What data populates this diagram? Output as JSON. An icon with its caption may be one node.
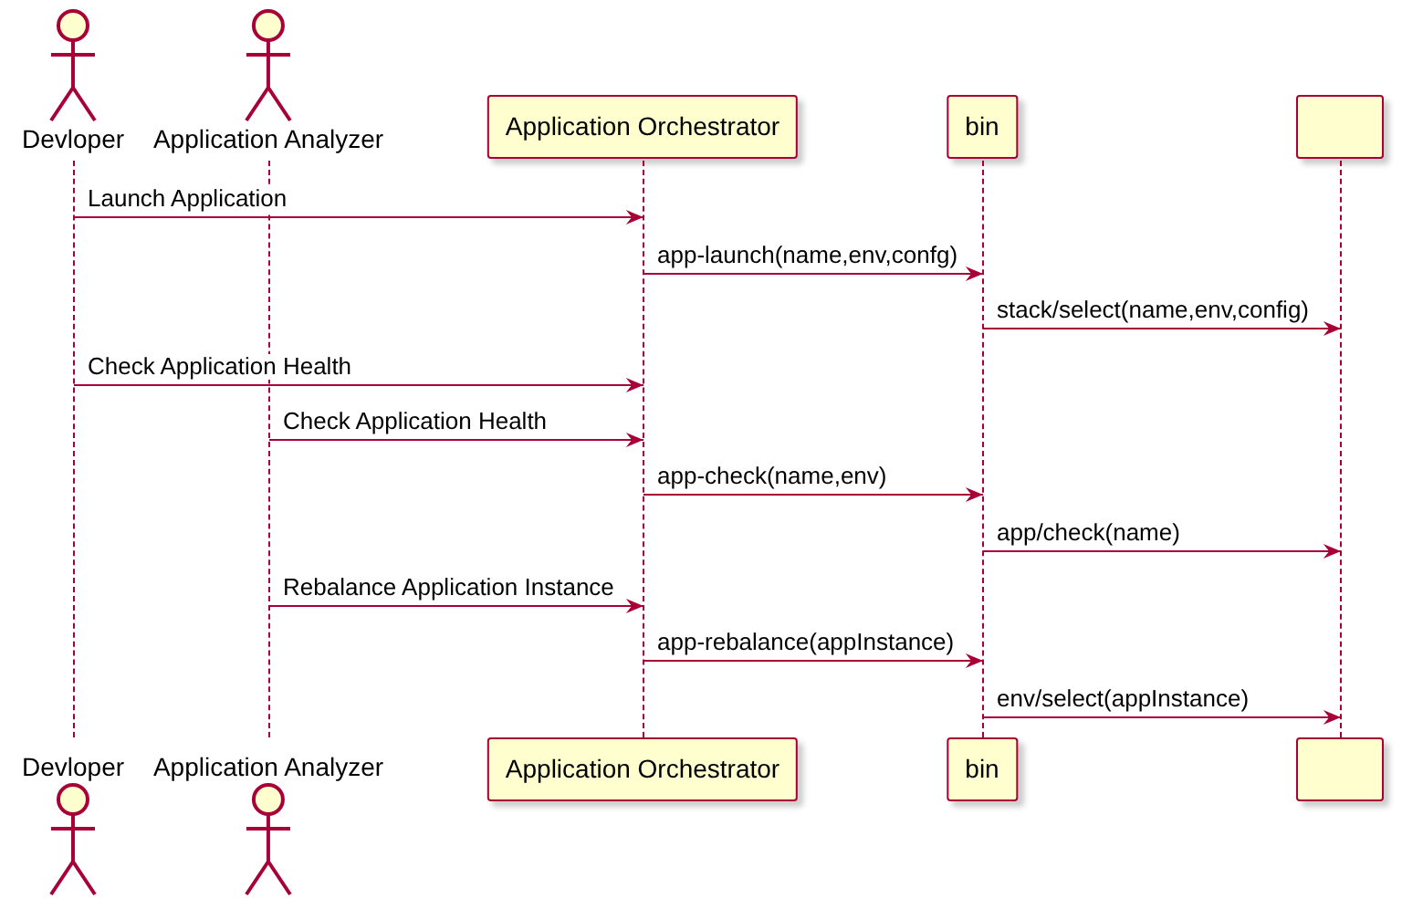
{
  "diagram": {
    "nodes": [
      {
        "text": [
          "Devloper"
        ]
      },
      {
        "text": [
          "Application Analyzer"
        ]
      },
      {
        "text": [
          "Application Orchestrator"
        ]
      },
      {
        "text": [
          "bin"
        ]
      },
      {
        "text": [],
        "shape": "box"
      },
      {
        "text": [],
        "shape": "line"
      },
      {
        "text": [],
        "shape": "line"
      },
      {
        "text": [],
        "shape": "line"
      },
      {
        "text": [],
        "shape": "line"
      },
      {
        "text": [],
        "shape": "line"
      },
      {
        "text": [
          "Devloper"
        ]
      },
      {
        "text": [
          "Application Analyzer"
        ]
      },
      {
        "text": [
          "Application Orchestrator"
        ]
      },
      {
        "text": [
          "bin"
        ]
      },
      {
        "text": [],
        "shape": "box"
      }
    ],
    "edges": [
      {
        "from": 5,
        "to": 7,
        "arrow": "to",
        "label": "Launch Application"
      },
      {
        "from": 7,
        "to": 8,
        "arrow": "to",
        "label": "app-launch(name,env,confg)"
      },
      {
        "from": 8,
        "to": 9,
        "arrow": "to",
        "label": "stack/select(name,env,config)"
      },
      {
        "from": 5,
        "to": 7,
        "arrow": "to",
        "label": "Check Application Health"
      },
      {
        "from": 6,
        "to": 7,
        "arrow": "to",
        "label": "Check Application Health"
      },
      {
        "from": 7,
        "to": 8,
        "arrow": "to",
        "label": "app-check(name,env)"
      },
      {
        "from": 8,
        "to": 9,
        "arrow": "to",
        "label": "app/check(name)"
      },
      {
        "from": 6,
        "to": 7,
        "arrow": "to",
        "label": "Rebalance Application Instance"
      },
      {
        "from": 7,
        "to": 8,
        "arrow": "to",
        "label": "app-rebalance(appInstance)"
      },
      {
        "from": 8,
        "to": 9,
        "arrow": "to",
        "label": "env/select(appInstance)"
      }
    ]
  }
}
